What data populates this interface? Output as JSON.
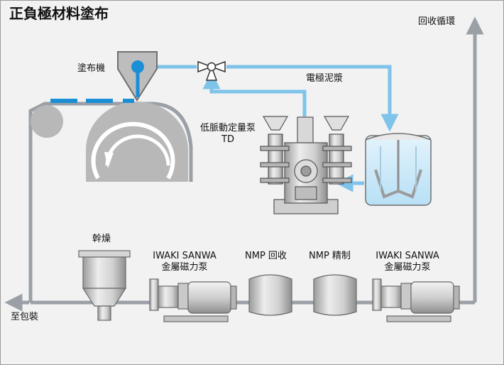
{
  "title": "正負極材料塗布",
  "labels": {
    "coater": "塗布機",
    "slurry": "電極泥漿",
    "pump_td_line1": "低脈動定量泵",
    "pump_td_line2": "TD",
    "recycle": "回收循環",
    "dryer": "幹燥",
    "packaging": "至包裝",
    "mag_pump_left_line1": "IWAKI SANWA",
    "mag_pump_left_line2": "金屬磁力泵",
    "nmp_recovery": "NMP 回收",
    "nmp_refine": "NMP 精制",
    "mag_pump_right_line1": "IWAKI SANWA",
    "mag_pump_right_line2": "金屬磁力泵"
  },
  "colors": {
    "slurry_line": "#7ec3ea",
    "process_line": "#9aa0a6",
    "coating_blue": "#1b8fd6",
    "tank_fluid": "#cce9f8",
    "equipment": "#c8c8c8"
  }
}
